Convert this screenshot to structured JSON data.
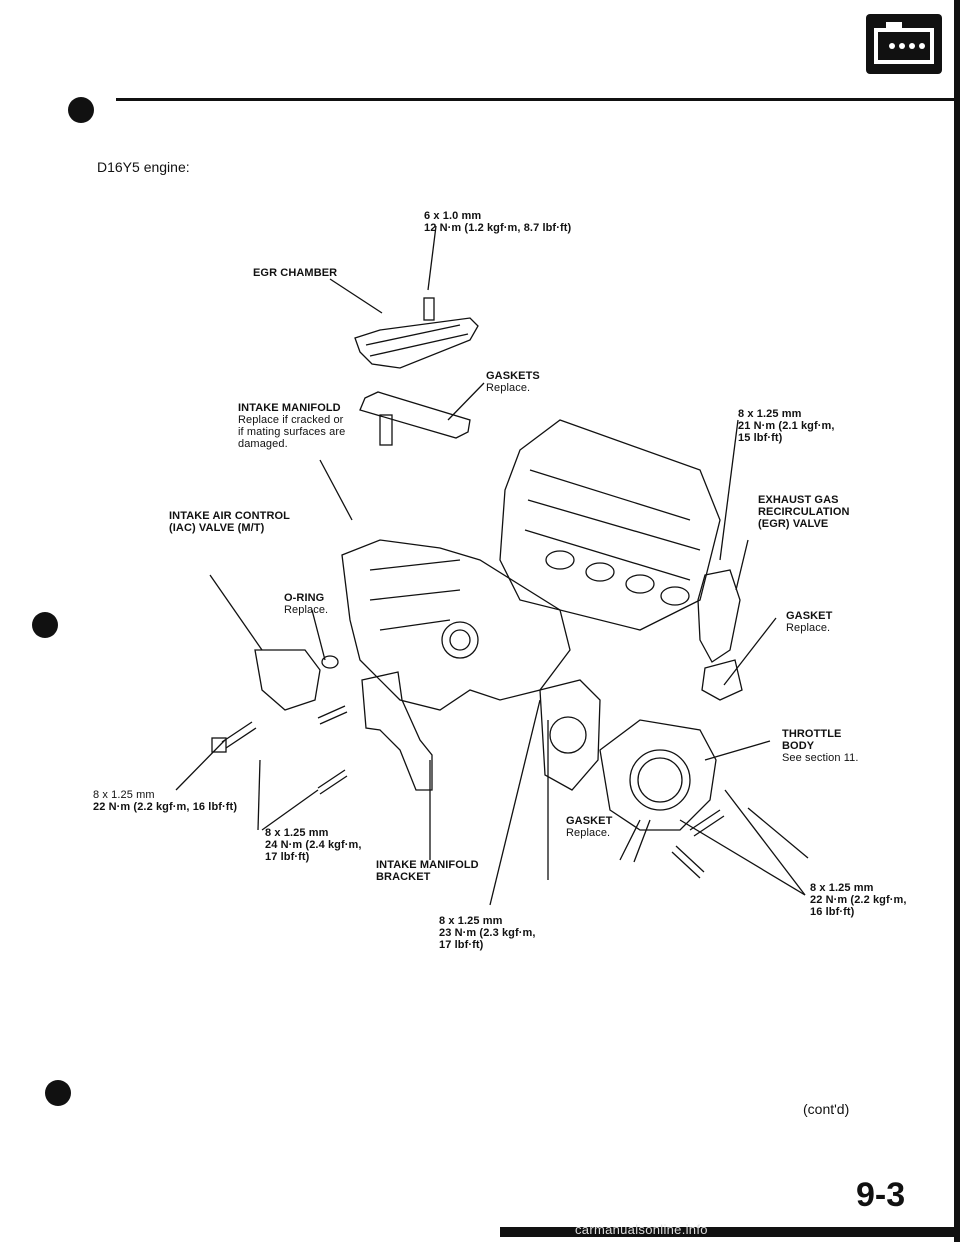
{
  "header": {
    "logo_icon": "engine-section-icon"
  },
  "heading": "D16Y5 engine:",
  "labels": {
    "bolt_top": {
      "size": "6 x 1.0 mm",
      "torque": "12 N·m (1.2 kgf·m, 8.7 lbf·ft)"
    },
    "egr_chamber": "EGR CHAMBER",
    "gaskets": {
      "title": "GASKETS",
      "note": "Replace."
    },
    "intake_manifold": {
      "title": "INTAKE MANIFOLD",
      "note1": "Replace if cracked or",
      "note2": "if mating surfaces are",
      "note3": "damaged."
    },
    "bolt_right": {
      "size": "8 x 1.25 mm",
      "torque1": "21 N·m (2.1 kgf·m,",
      "torque2": "15 lbf·ft)"
    },
    "egr_valve": {
      "l1": "EXHAUST GAS",
      "l2": "RECIRCULATION",
      "l3": "(EGR) VALVE"
    },
    "iac_valve": {
      "l1": "INTAKE AIR CONTROL",
      "l2": "(IAC) VALVE (M/T)"
    },
    "oring": {
      "title": "O-RING",
      "note": "Replace."
    },
    "gasket_right": {
      "title": "GASKET",
      "note": "Replace."
    },
    "throttle_body": {
      "l1": "THROTTLE",
      "l2": "BODY",
      "note": "See section 11."
    },
    "bolt_left": {
      "size": "8 x 1.25 mm",
      "torque": "22 N·m (2.2 kgf·m, 16 lbf·ft)"
    },
    "bolt_mid": {
      "size": "8 x 1.25 mm",
      "torque1": "24 N·m (2.4 kgf·m,",
      "torque2": "17 lbf·ft)"
    },
    "bracket": {
      "l1": "INTAKE MANIFOLD",
      "l2": "BRACKET"
    },
    "gasket_center": {
      "title": "GASKET",
      "note": "Replace."
    },
    "bolt_bottom_right": {
      "size": "8 x 1.25 mm",
      "torque1": "22 N·m (2.2 kgf·m,",
      "torque2": "16 lbf·ft)"
    },
    "bolt_bottom": {
      "size": "8 x 1.25 mm",
      "torque1": "23 N·m (2.3 kgf·m,",
      "torque2": "17 lbf·ft)"
    }
  },
  "footer": {
    "contd": "(cont'd)",
    "page_number": "9-3",
    "watermark": "carmanualsonline.info"
  }
}
